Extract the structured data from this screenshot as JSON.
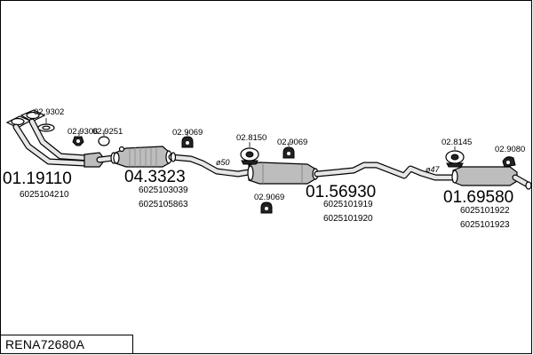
{
  "diagram": {
    "reference": "RENA72680A",
    "labels": {
      "n_02_9302": "02.9302",
      "n_02_9306": "02.9306",
      "n_02_9251": "02.9251",
      "n_01_19110": "01.19110",
      "n_6025104210": "6025104210",
      "n_02_9069_a": "02.9069",
      "n_04_3323": "04.3323",
      "n_6025103039": "6025103039",
      "n_6025105863": "6025105863",
      "d_50": "ø50",
      "n_02_8150": "02.8150",
      "n_02_9069_b": "02.9069",
      "n_02_9069_c": "02.9069",
      "n_01_56930": "01.56930",
      "n_6025101919": "6025101919",
      "n_6025101920": "6025101920",
      "n_02_8145": "02.8145",
      "n_02_9080": "02.9080",
      "d_47": "ø47",
      "n_01_69580": "01.69580",
      "n_6025101922": "6025101922",
      "n_6025101923": "6025101923"
    }
  }
}
